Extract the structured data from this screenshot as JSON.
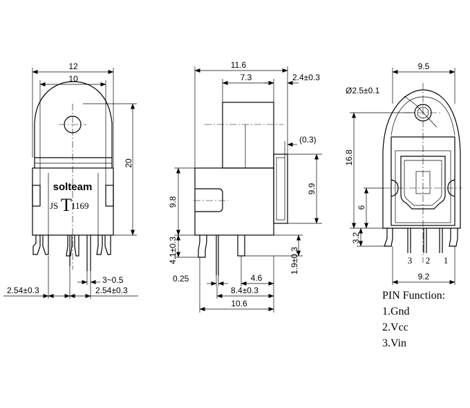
{
  "front": {
    "dim_width_outer": "12",
    "dim_width_inner": "10",
    "dim_height": "20",
    "brand": "solteam",
    "mark_prefix": "JS",
    "mark_letter": "T",
    "mark_number": "1169",
    "dim_pin_gap": "3~0.5",
    "dim_pitch_left": "2.54±0.3",
    "dim_pitch_right": "2.54±0.3"
  },
  "side": {
    "dim_total_width": "11.6",
    "dim_body": "7.3",
    "dim_front": "2.4±0.3",
    "dim_gap": "(0.3)",
    "dim_lower_height": "9.8",
    "dim_port_height": "9.9",
    "dim_pin_length_left": "4.1±0.3",
    "dim_pin_length_right": "1.9±0.3",
    "dim_pin_thickness": "0.25",
    "dim_pin_spacing": "4.6",
    "dim_pin_span": "8.4±0.3",
    "dim_base": "10.6"
  },
  "rear": {
    "dim_width": "9.5",
    "dim_hole": "Ø2.5±0.1",
    "dim_height": "16.8",
    "dim_port_offset": "6",
    "dim_pin_length": "3.2",
    "pin_labels": [
      "3",
      "2",
      "1"
    ],
    "dim_pin_span": "9.2"
  },
  "pin_function": {
    "title": "PIN Function:",
    "items": [
      "1.Gnd",
      "2.Vcc",
      "3.Vin"
    ]
  }
}
